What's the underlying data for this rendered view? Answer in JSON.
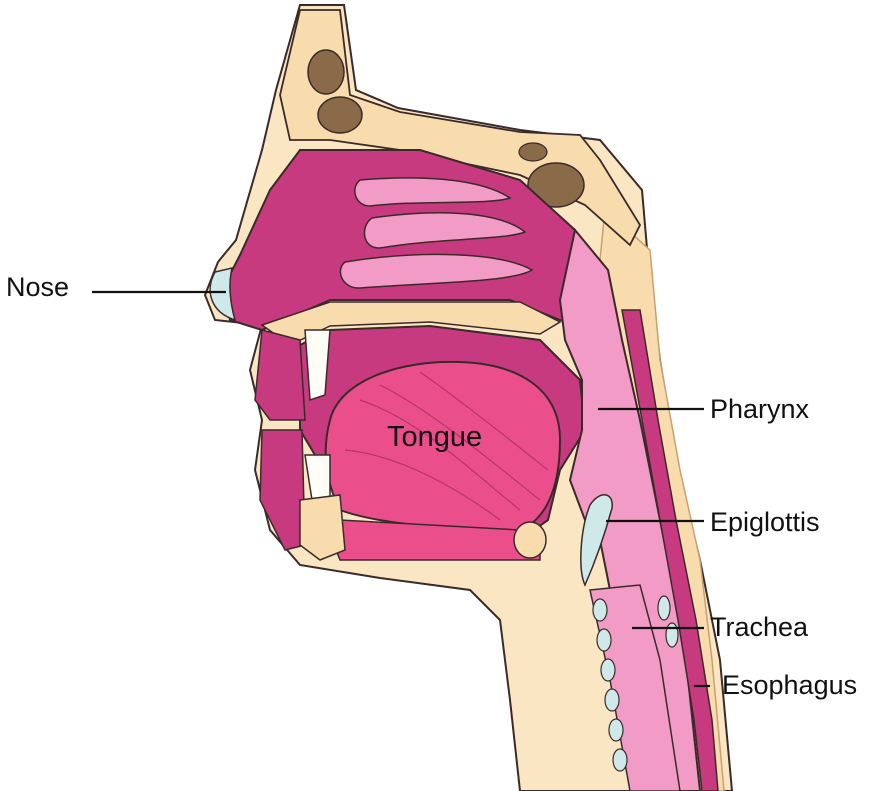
{
  "labels": {
    "nose": "Nose",
    "tongue": "Tongue",
    "pharynx": "Pharynx",
    "epiglottis": "Epiglottis",
    "trachea": "Trachea",
    "esophagus": "Esophagus"
  },
  "colors": {
    "skin": "#fbe6c3",
    "bone": "#f8dcae",
    "bone_dark": "#8a6a48",
    "mucosa_pink": "#f29bc6",
    "mucosa_light": "#f6b5d4",
    "cavity_magenta": "#c83a7f",
    "tongue_pink": "#ea4f8c",
    "cartilage": "#cfe9ea",
    "outline": "#3a2a2a"
  }
}
